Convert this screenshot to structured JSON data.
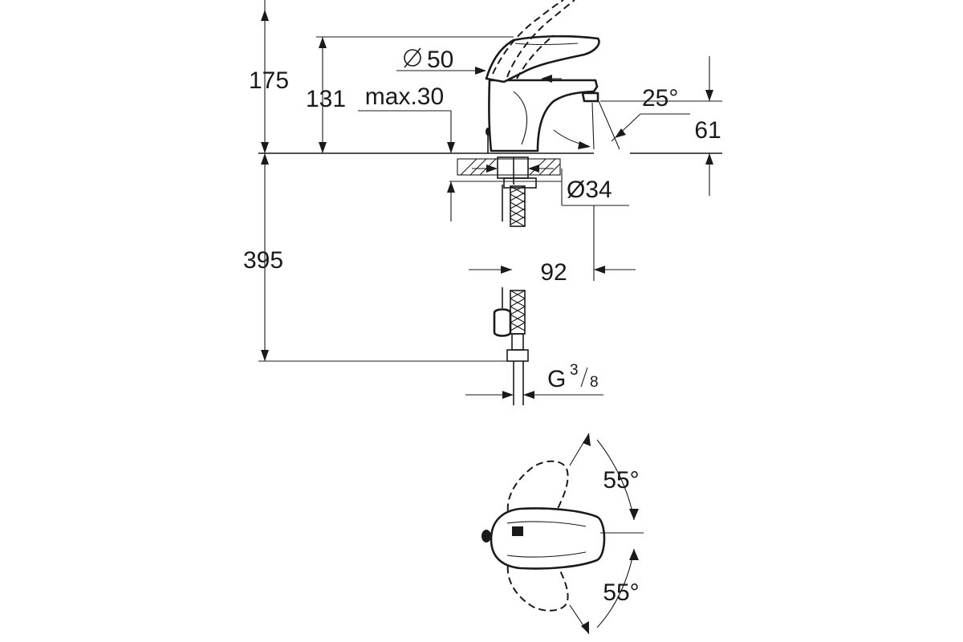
{
  "side_view": {
    "dim_175": "175",
    "dim_131": "131",
    "dim_max30": "max.30",
    "dim_d50": "50",
    "dim_25deg": "25°",
    "dim_61": "61",
    "dim_d34": "Ø34",
    "dim_395": "395",
    "dim_92": "92",
    "dim_thread_letter": "G",
    "dim_thread_num": "3",
    "dim_thread_den": "8"
  },
  "top_view": {
    "dim_55_upper": "55°",
    "dim_55_lower": "55°"
  },
  "symbols": {
    "diameter": "diameter-symbol"
  }
}
